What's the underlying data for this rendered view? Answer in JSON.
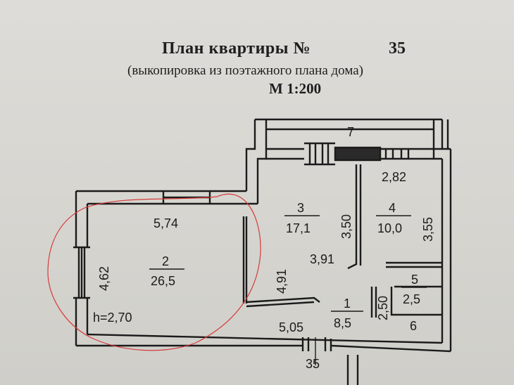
{
  "document": {
    "title": "План квартиры  №",
    "apartment_number": "35",
    "subtitle": "(выкопировка из поэтажного плана дома)",
    "scale": "М 1:200"
  },
  "plan": {
    "balcony_label": "7",
    "room2": {
      "number": "2",
      "area": "26,5",
      "width": "5,74",
      "depth": "4,62",
      "height": "h=2,70"
    },
    "room3": {
      "number": "3",
      "area": "17,1",
      "dim_vertical": "3,50",
      "dim_horizontal": "3,91",
      "dim_side": "4,91"
    },
    "room4": {
      "number": "4",
      "area": "10,0",
      "width": "2,82",
      "depth": "3,55"
    },
    "room5": {
      "number": "5",
      "area": "2,5"
    },
    "room6": {
      "number": "6"
    },
    "room1": {
      "number": "1",
      "area": "8,5",
      "dim_side": "2,50",
      "width": "5,05"
    },
    "bottom_mark": "35"
  },
  "colors": {
    "ink": "#1b1b1b",
    "marker": "#d63a3a",
    "paper": "#d8d7d2"
  }
}
